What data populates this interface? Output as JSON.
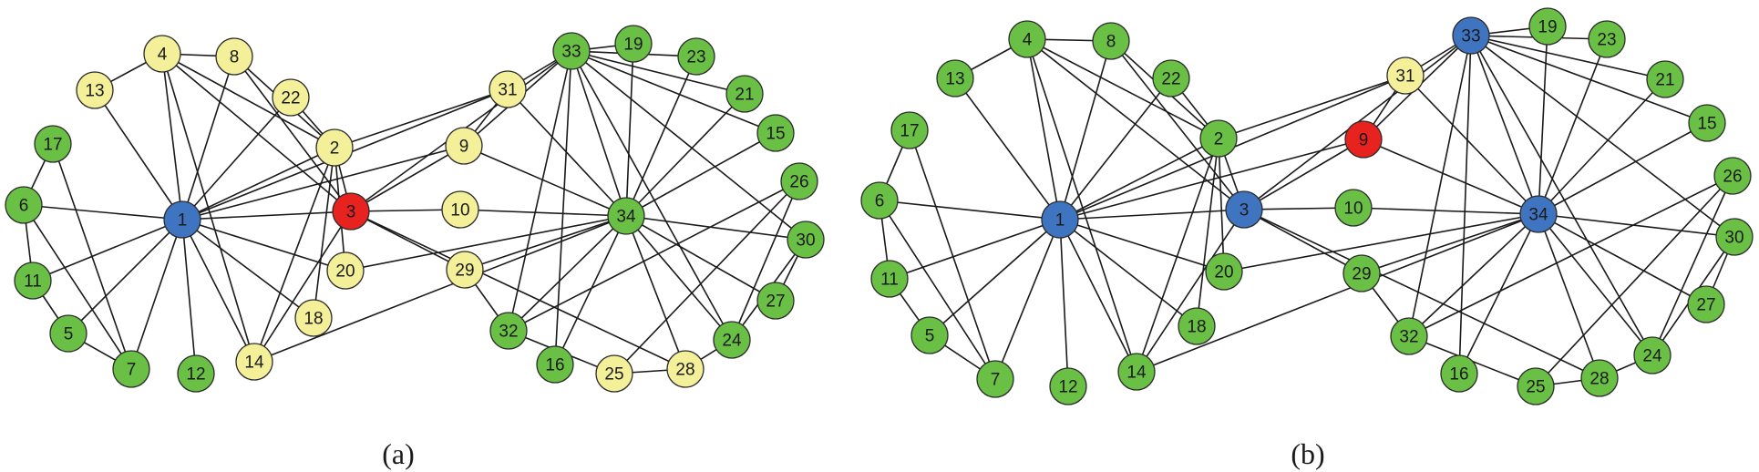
{
  "colors": {
    "green": "#6abf45",
    "yellow": "#f4ef99",
    "red": "#e8231f",
    "blue": "#3f74c1"
  },
  "edges": [
    [
      1,
      2
    ],
    [
      1,
      3
    ],
    [
      1,
      4
    ],
    [
      1,
      5
    ],
    [
      1,
      6
    ],
    [
      1,
      7
    ],
    [
      1,
      8
    ],
    [
      1,
      9
    ],
    [
      1,
      11
    ],
    [
      1,
      12
    ],
    [
      1,
      13
    ],
    [
      1,
      14
    ],
    [
      1,
      18
    ],
    [
      1,
      20
    ],
    [
      1,
      22
    ],
    [
      1,
      31
    ],
    [
      2,
      3
    ],
    [
      2,
      4
    ],
    [
      2,
      8
    ],
    [
      2,
      14
    ],
    [
      2,
      18
    ],
    [
      2,
      20
    ],
    [
      2,
      22
    ],
    [
      2,
      31
    ],
    [
      3,
      4
    ],
    [
      3,
      8
    ],
    [
      3,
      9
    ],
    [
      3,
      10
    ],
    [
      3,
      14
    ],
    [
      3,
      28
    ],
    [
      3,
      29
    ],
    [
      3,
      33
    ],
    [
      4,
      8
    ],
    [
      4,
      13
    ],
    [
      4,
      14
    ],
    [
      5,
      7
    ],
    [
      5,
      11
    ],
    [
      6,
      7
    ],
    [
      6,
      11
    ],
    [
      6,
      17
    ],
    [
      7,
      17
    ],
    [
      9,
      31
    ],
    [
      9,
      33
    ],
    [
      9,
      34
    ],
    [
      10,
      34
    ],
    [
      14,
      34
    ],
    [
      15,
      33
    ],
    [
      15,
      34
    ],
    [
      16,
      33
    ],
    [
      16,
      34
    ],
    [
      19,
      33
    ],
    [
      19,
      34
    ],
    [
      20,
      34
    ],
    [
      21,
      33
    ],
    [
      21,
      34
    ],
    [
      23,
      33
    ],
    [
      23,
      34
    ],
    [
      24,
      26
    ],
    [
      24,
      28
    ],
    [
      24,
      30
    ],
    [
      24,
      33
    ],
    [
      24,
      34
    ],
    [
      25,
      26
    ],
    [
      25,
      28
    ],
    [
      25,
      32
    ],
    [
      26,
      32
    ],
    [
      27,
      30
    ],
    [
      27,
      34
    ],
    [
      28,
      34
    ],
    [
      29,
      32
    ],
    [
      29,
      34
    ],
    [
      30,
      33
    ],
    [
      30,
      34
    ],
    [
      31,
      33
    ],
    [
      31,
      34
    ],
    [
      32,
      33
    ],
    [
      32,
      34
    ],
    [
      33,
      34
    ]
  ],
  "panels": [
    {
      "caption": "(a)",
      "nodes": [
        {
          "id": 1,
          "label": "1",
          "color": "blue"
        },
        {
          "id": 2,
          "label": "2",
          "color": "yellow"
        },
        {
          "id": 3,
          "label": "3",
          "color": "red"
        },
        {
          "id": 4,
          "label": "4",
          "color": "yellow"
        },
        {
          "id": 5,
          "label": "5",
          "color": "green"
        },
        {
          "id": 6,
          "label": "6",
          "color": "green"
        },
        {
          "id": 7,
          "label": "7",
          "color": "green"
        },
        {
          "id": 8,
          "label": "8",
          "color": "yellow"
        },
        {
          "id": 9,
          "label": "9",
          "color": "yellow"
        },
        {
          "id": 10,
          "label": "10",
          "color": "yellow"
        },
        {
          "id": 11,
          "label": "11",
          "color": "green"
        },
        {
          "id": 12,
          "label": "12",
          "color": "green"
        },
        {
          "id": 13,
          "label": "13",
          "color": "yellow"
        },
        {
          "id": 14,
          "label": "14",
          "color": "yellow"
        },
        {
          "id": 15,
          "label": "15",
          "color": "green"
        },
        {
          "id": 16,
          "label": "16",
          "color": "green"
        },
        {
          "id": 17,
          "label": "17",
          "color": "green"
        },
        {
          "id": 18,
          "label": "18",
          "color": "yellow"
        },
        {
          "id": 19,
          "label": "19",
          "color": "green"
        },
        {
          "id": 20,
          "label": "20",
          "color": "yellow"
        },
        {
          "id": 21,
          "label": "21",
          "color": "green"
        },
        {
          "id": 22,
          "label": "22",
          "color": "yellow"
        },
        {
          "id": 23,
          "label": "23",
          "color": "green"
        },
        {
          "id": 24,
          "label": "24",
          "color": "green"
        },
        {
          "id": 25,
          "label": "25",
          "color": "yellow"
        },
        {
          "id": 26,
          "label": "26",
          "color": "green"
        },
        {
          "id": 27,
          "label": "27",
          "color": "green"
        },
        {
          "id": 28,
          "label": "28",
          "color": "yellow"
        },
        {
          "id": 29,
          "label": "29",
          "color": "yellow"
        },
        {
          "id": 30,
          "label": "30",
          "color": "green"
        },
        {
          "id": 31,
          "label": "31",
          "color": "yellow"
        },
        {
          "id": 32,
          "label": "32",
          "color": "green"
        },
        {
          "id": 33,
          "label": "33",
          "color": "green"
        },
        {
          "id": 34,
          "label": "34",
          "color": "green"
        }
      ]
    },
    {
      "caption": "(b)",
      "nodes": [
        {
          "id": 1,
          "label": "1",
          "color": "blue"
        },
        {
          "id": 2,
          "label": "2",
          "color": "green"
        },
        {
          "id": 3,
          "label": "3",
          "color": "blue"
        },
        {
          "id": 4,
          "label": "4",
          "color": "green"
        },
        {
          "id": 5,
          "label": "5",
          "color": "green"
        },
        {
          "id": 6,
          "label": "6",
          "color": "green"
        },
        {
          "id": 7,
          "label": "7",
          "color": "green"
        },
        {
          "id": 8,
          "label": "8",
          "color": "green"
        },
        {
          "id": 9,
          "label": "9",
          "color": "red"
        },
        {
          "id": 10,
          "label": "10",
          "color": "green"
        },
        {
          "id": 11,
          "label": "11",
          "color": "green"
        },
        {
          "id": 12,
          "label": "12",
          "color": "green"
        },
        {
          "id": 13,
          "label": "13",
          "color": "green"
        },
        {
          "id": 14,
          "label": "14",
          "color": "green"
        },
        {
          "id": 15,
          "label": "15",
          "color": "green"
        },
        {
          "id": 16,
          "label": "16",
          "color": "green"
        },
        {
          "id": 17,
          "label": "17",
          "color": "green"
        },
        {
          "id": 18,
          "label": "18",
          "color": "green"
        },
        {
          "id": 19,
          "label": "19",
          "color": "green"
        },
        {
          "id": 20,
          "label": "20",
          "color": "green"
        },
        {
          "id": 21,
          "label": "21",
          "color": "green"
        },
        {
          "id": 22,
          "label": "22",
          "color": "green"
        },
        {
          "id": 23,
          "label": "23",
          "color": "green"
        },
        {
          "id": 24,
          "label": "24",
          "color": "green"
        },
        {
          "id": 25,
          "label": "25",
          "color": "green"
        },
        {
          "id": 26,
          "label": "26",
          "color": "green"
        },
        {
          "id": 27,
          "label": "27",
          "color": "green"
        },
        {
          "id": 28,
          "label": "28",
          "color": "green"
        },
        {
          "id": 29,
          "label": "29",
          "color": "green"
        },
        {
          "id": 30,
          "label": "30",
          "color": "green"
        },
        {
          "id": 31,
          "label": "31",
          "color": "yellow"
        },
        {
          "id": 32,
          "label": "32",
          "color": "green"
        },
        {
          "id": 33,
          "label": "33",
          "color": "blue"
        },
        {
          "id": 34,
          "label": "34",
          "color": "blue"
        }
      ]
    }
  ]
}
